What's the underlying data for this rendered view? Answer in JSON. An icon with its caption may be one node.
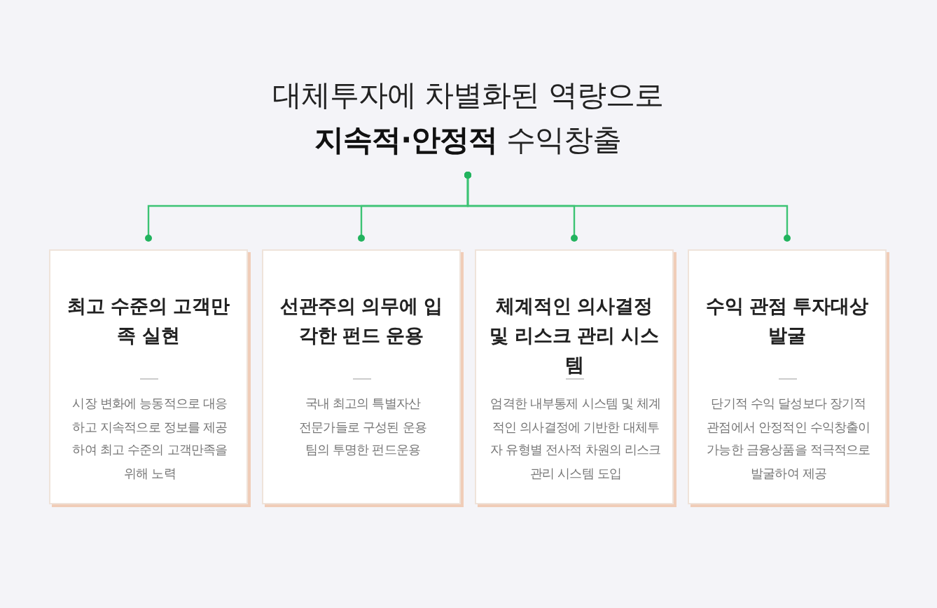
{
  "diagram": {
    "nodes": [
      {
        "text": [
          "대체투자에 차별화된 역량으로 **지속적·안정적** 수익창출"
        ]
      },
      {
        "text": [
          "최고 수준의 고객만족 실현",
          "시장 변화에 능동적으로 대응하고 지속적으로 정보를 제공하여 최고 수준의 고객만족을 위해 노력"
        ]
      },
      {
        "text": [
          "선관주의 의무에 입각한 펀드 운용",
          "국내 최고의 특별자산 전문가들로 구성된 운용팀의 투명한 펀드운용"
        ]
      },
      {
        "text": [
          "체계적인 의사결정 및 리스크 관리 시스템",
          "엄격한 내부통제 시스템 및 체계적인 의사결정에 기반한 대체투자 유형별 전사적 차원의 리스크 관리 시스템 도입"
        ]
      },
      {
        "text": [
          "수익 관점 투자대상 발굴",
          "단기적 수익 달성보다 장기적 관점에서 안정적인 수익창출이 가능한 금융상품을 적극적으로 발굴하여 제공"
        ]
      }
    ],
    "edges": [
      {
        "from": 0,
        "to": 1,
        "arrow": "other"
      },
      {
        "from": 0,
        "to": 2,
        "arrow": "other"
      },
      {
        "from": 0,
        "to": 3,
        "arrow": "other"
      },
      {
        "from": 0,
        "to": 4,
        "arrow": "other"
      }
    ]
  }
}
